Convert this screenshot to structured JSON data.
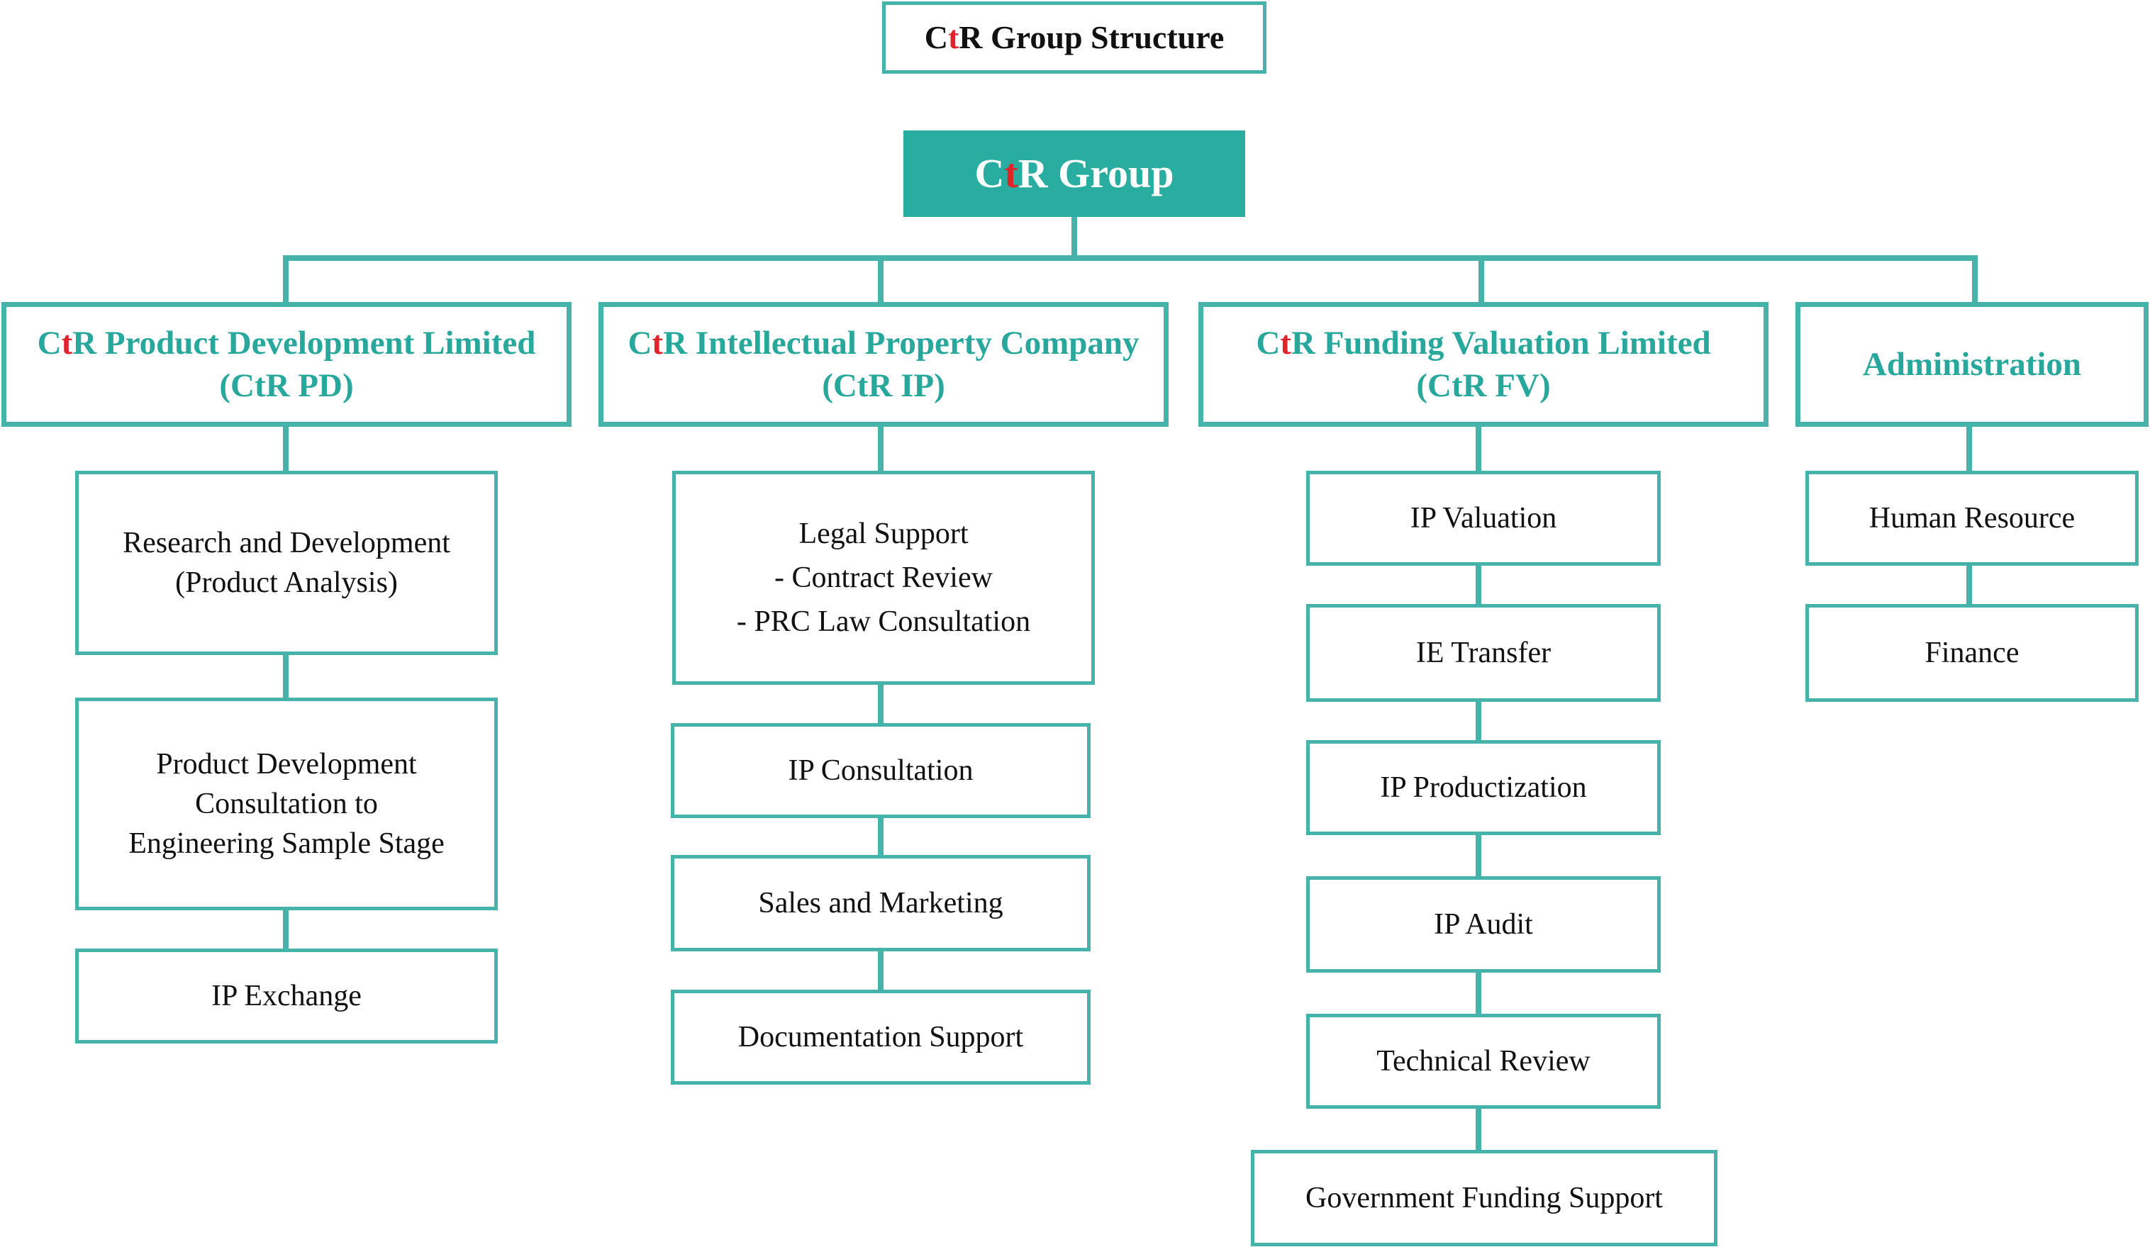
{
  "title": {
    "pre": "C",
    "mid": "t",
    "post": "R Group Structure"
  },
  "root": {
    "pre": "C",
    "mid": "t",
    "post": "R Group"
  },
  "departments": [
    {
      "pre": "C",
      "mid": "t",
      "post": "R Product Development Limited",
      "sub": "(CtR PD)",
      "units": [
        {
          "lines": [
            "Research and Development",
            "(Product Analysis)"
          ]
        },
        {
          "lines": [
            "Product Development",
            "Consultation to",
            "Engineering Sample Stage"
          ]
        },
        {
          "lines": [
            "IP Exchange"
          ]
        }
      ]
    },
    {
      "pre": "C",
      "mid": "t",
      "post": "R Intellectual Property Company",
      "sub": "(CtR IP)",
      "units": [
        {
          "lines": [
            "Legal Support",
            "- Contract Review",
            "- PRC Law Consultation"
          ]
        },
        {
          "lines": [
            "IP Consultation"
          ]
        },
        {
          "lines": [
            "Sales and Marketing"
          ]
        },
        {
          "lines": [
            "Documentation Support"
          ]
        }
      ]
    },
    {
      "pre": "C",
      "mid": "t",
      "post": "R Funding Valuation Limited",
      "sub": "(CtR FV)",
      "units": [
        {
          "lines": [
            "IP Valuation"
          ]
        },
        {
          "lines": [
            "IE Transfer"
          ]
        },
        {
          "lines": [
            "IP Productization"
          ]
        },
        {
          "lines": [
            "IP Audit"
          ]
        },
        {
          "lines": [
            "Technical Review"
          ]
        },
        {
          "lines": [
            "Government Funding Support"
          ]
        }
      ]
    },
    {
      "pre": "",
      "mid": "",
      "post": "Administration",
      "sub": "",
      "units": [
        {
          "lines": [
            "Human Resource"
          ]
        },
        {
          "lines": [
            "Finance"
          ]
        }
      ]
    }
  ],
  "colors": {
    "teal": "#28ADA0",
    "line": "#45B3A9",
    "accent_red": "#E0242B",
    "dept_text": "#28A89C"
  }
}
